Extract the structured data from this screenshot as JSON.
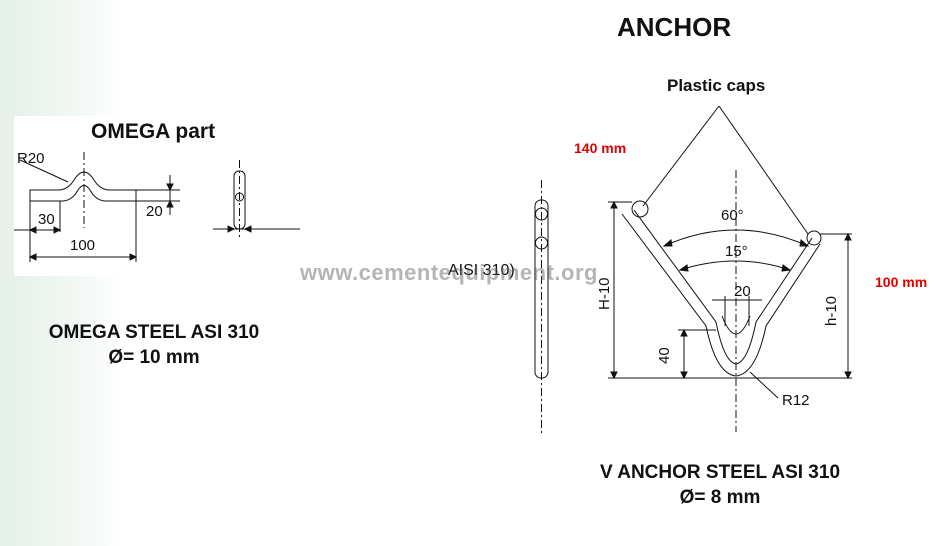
{
  "title": "ANCHOR",
  "omega": {
    "heading": "OMEGA part",
    "radius": "R20",
    "dim_30": "30",
    "dim_100": "100",
    "dim_20": "20",
    "caption_material": "OMEGA STEEL ASI 310",
    "caption_diameter": "Ø= 10 mm"
  },
  "anchor": {
    "plastic_caps": "Plastic caps",
    "length_140": "140 mm",
    "length_100": "100 mm",
    "side_material": "AISI 310)",
    "angle_60": "60°",
    "angle_15": "15°",
    "dim_20": "20",
    "dim_40": "40",
    "height_H": "H-10",
    "height_h": "h-10",
    "radius": "R12",
    "caption_material": "V ANCHOR  STEEL ASI 310",
    "caption_diameter": "Ø= 8 mm"
  },
  "watermark": "www.cementequipment.org"
}
